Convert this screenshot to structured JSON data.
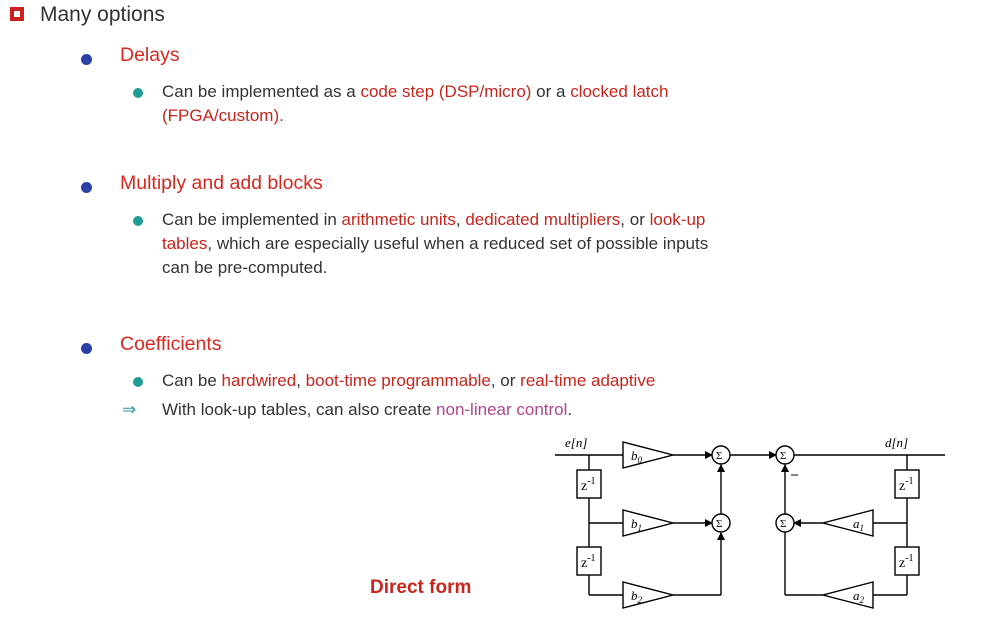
{
  "heading": "Many options",
  "sections": [
    {
      "title": "Delays",
      "sub": [
        {
          "t1": "Can be implemented as a ",
          "h1": "code step (DSP/micro)",
          "t2": " or a ",
          "h2": "clocked latch",
          "t3": "",
          "line2_h": "(FPGA/custom)."
        }
      ]
    },
    {
      "title": "Multiply and add blocks",
      "sub": [
        {
          "t1": "Can be implemented in ",
          "h1": "arithmetic units",
          "t2": ", ",
          "h2": "dedicated multipliers",
          "t3": ", or ",
          "h3": "look-up",
          "line2_h": "tables",
          "line2_t": ", which are especially useful when a reduced set of possible inputs",
          "line3_t": "can be pre-computed."
        }
      ]
    },
    {
      "title": "Coefficients",
      "sub": [
        {
          "t1": "Can be ",
          "h1": "hardwired",
          "t2": ", ",
          "h2": "boot-time programmable",
          "t3": ", or ",
          "h3": "real-time adaptive"
        }
      ],
      "arrow_item": {
        "t1": "With look-up tables, can also create ",
        "h1": "non-linear control",
        "t2": "."
      }
    }
  ],
  "arrow_symbol": "⇒",
  "caption": "Direct form",
  "diagram": {
    "input": "e[n]",
    "output": "d[n]",
    "delay": "z",
    "delay_exp": "-1",
    "sum": "Σ",
    "minus": "–",
    "coef_b": [
      "b",
      "b",
      "b"
    ],
    "coef_b_sub": [
      "0",
      "1",
      "2"
    ],
    "coef_a": [
      "a",
      "a"
    ],
    "coef_a_sub": [
      "1",
      "2"
    ]
  },
  "colors": {
    "accent_red": "#c8251d",
    "bullet_blue": "#2b41a8",
    "bullet_teal": "#1f9c93",
    "magenta": "#b0458f"
  }
}
